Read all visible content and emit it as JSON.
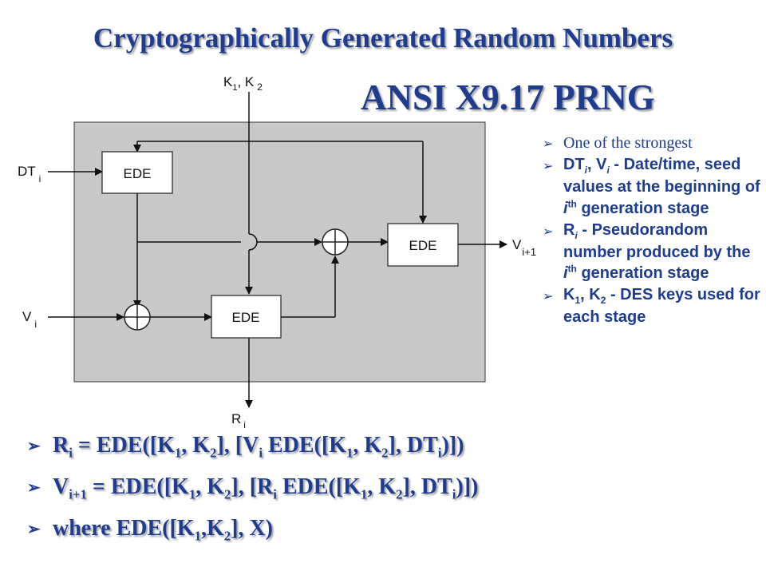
{
  "title": "Cryptographically Generated Random Numbers",
  "subtitle": "ANSI X9.17 PRNG",
  "diagram": {
    "keys_label": "K",
    "keys_sub1": "1",
    "keys_sep": ", K",
    "keys_sub2": "2",
    "dt_label": "DT",
    "dt_sub": "i",
    "v_label": "V",
    "v_sub": "i",
    "r_label": "R",
    "r_sub": "i",
    "vout_label": "V",
    "vout_sub": "i+1",
    "ede_label": "EDE"
  },
  "notes": {
    "n1": "One of the strongest",
    "n2_a": "DT",
    "n2_s1": "i",
    "n2_b": ", V",
    "n2_s2": "i",
    "n2_c": " - Date/time, seed values at the beginning of ",
    "n2_d": "i",
    "n2_sup": "th",
    "n2_e": " generation stage",
    "n3_a": "R",
    "n3_s": "i",
    "n3_b": " - Pseudorandom number produced by the ",
    "n3_c": "i",
    "n3_sup": "th",
    "n3_d": " generation stage",
    "n4_a": "K",
    "n4_s1": "1",
    "n4_b": ", K",
    "n4_s2": "2",
    "n4_c": " - DES keys used for each stage"
  },
  "formulas": {
    "f1": {
      "a": "R",
      "s1": "i",
      "b": " = EDE([K",
      "s2": "1",
      "c": ", K",
      "s3": "2",
      "d": "], [V",
      "s4": "i",
      "e": " EDE([K",
      "s5": "1",
      "f": ", K",
      "s6": "2",
      "g": "], DT",
      "s7": "i",
      "h": ")])"
    },
    "f2": {
      "a": "V",
      "s1": "i+1",
      "b": " = EDE([K",
      "s2": "1",
      "c": ", K",
      "s3": "2",
      "d": "], [R",
      "s4": "i",
      "e": " EDE([K",
      "s5": "1",
      "f": ", K",
      "s6": "2",
      "g": "], DT",
      "s7": "i",
      "h": ")])"
    },
    "f3": {
      "a": "where EDE([K",
      "s1": "1",
      "b": ",K",
      "s2": "2",
      "c": "], X)"
    }
  },
  "colors": {
    "title": "#1f3d8f",
    "panel": "#c8c8c8",
    "box": "#ffffff"
  }
}
